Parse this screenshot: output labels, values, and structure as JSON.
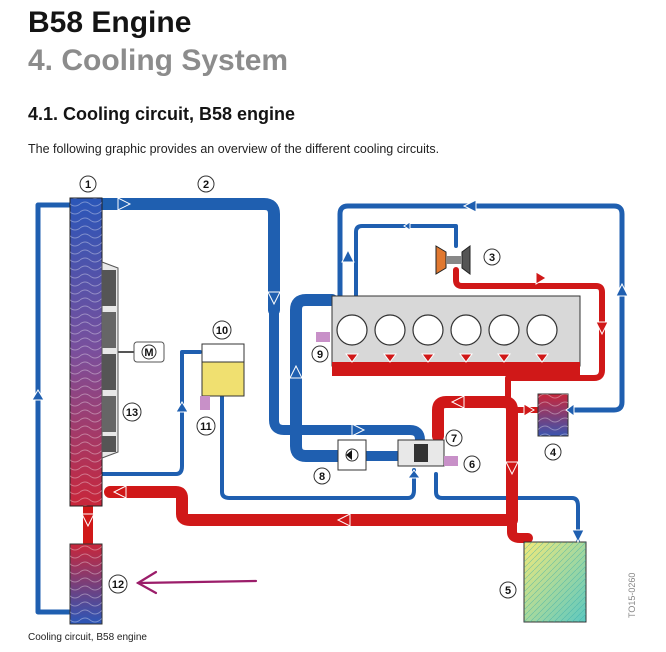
{
  "header": {
    "title": "B58 Engine",
    "chapter": "4. Cooling System"
  },
  "section": {
    "heading": "4.1. Cooling circuit, B58 engine",
    "intro": "The following graphic provides an overview of the different cooling circuits."
  },
  "figure": {
    "caption": "Cooling circuit, B58 engine",
    "code": "TO15-0260",
    "motor_label": "M",
    "callouts": [
      "1",
      "2",
      "3",
      "4",
      "5",
      "6",
      "7",
      "8",
      "9",
      "10",
      "11",
      "12",
      "13"
    ],
    "colors": {
      "cold": "#1f5fb0",
      "hot": "#d01818",
      "annotation_arrow": "#9b1d6a"
    }
  }
}
